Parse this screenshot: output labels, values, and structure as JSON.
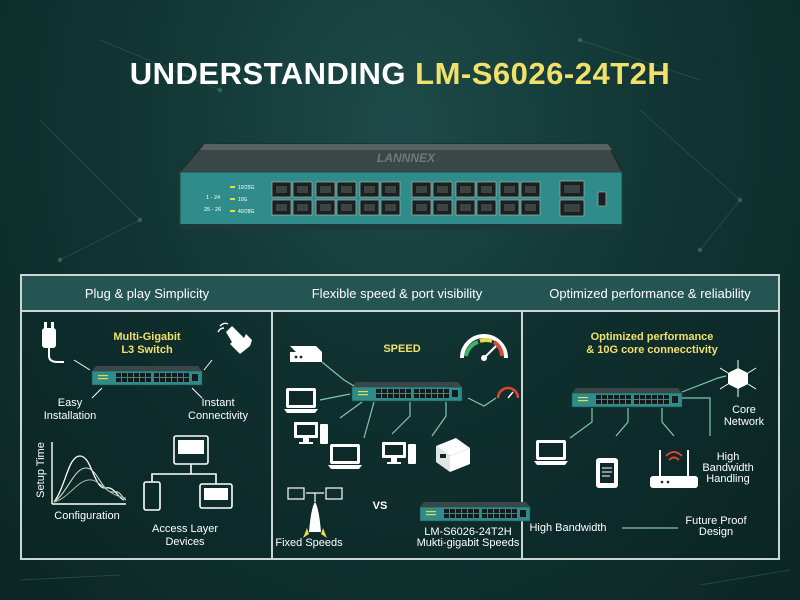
{
  "title": {
    "prefix": "UNDERSTANDING ",
    "product": "LM-S6026-24T2H"
  },
  "hero": {
    "brand_mark": "LANNNEX",
    "legend_ports_a": "1 - 24",
    "legend_ports_b": "25 - 26",
    "legend_speeds": [
      "10/25G",
      "10G",
      "40/28G"
    ]
  },
  "columns": [
    {
      "label": "Plug & play Simplicity"
    },
    {
      "label": "Flexible speed & port visibility"
    },
    {
      "label": "Optimized performance & reliability"
    }
  ],
  "col1": {
    "switch_label_1": "Multi-Gigabit",
    "switch_label_2": "L3 Switch",
    "easy_1": "Easy",
    "easy_2": "Installation",
    "instant_1": "Instant",
    "instant_2": "Connectivity",
    "axis_y": "Setup Time",
    "axis_x": "Configuration",
    "access_1": "Access Layer",
    "access_2": "Devices"
  },
  "col2": {
    "speed": "SPEED",
    "vs": "VS",
    "fixed": "Fixed Speeds",
    "model": "LM-S6026-24T2H",
    "multi": "Mukti-gigabit Speeds"
  },
  "col3": {
    "opt_1": "Optimized performance",
    "opt_2": "& 10G core connecctivity",
    "core_1": "Core",
    "core_2": "Network",
    "hb_1": "High",
    "hb_2": "Bandwidth",
    "hb_3": "Handling",
    "high_bw": "High Bandwidth",
    "future_1": "Future Proof",
    "future_2": "Design"
  },
  "colors": {
    "accent_yellow": "#f1e06a",
    "teal_header": "#245553",
    "switch_teal": "#2f8c8a",
    "line_green": "#7fc9a9"
  }
}
